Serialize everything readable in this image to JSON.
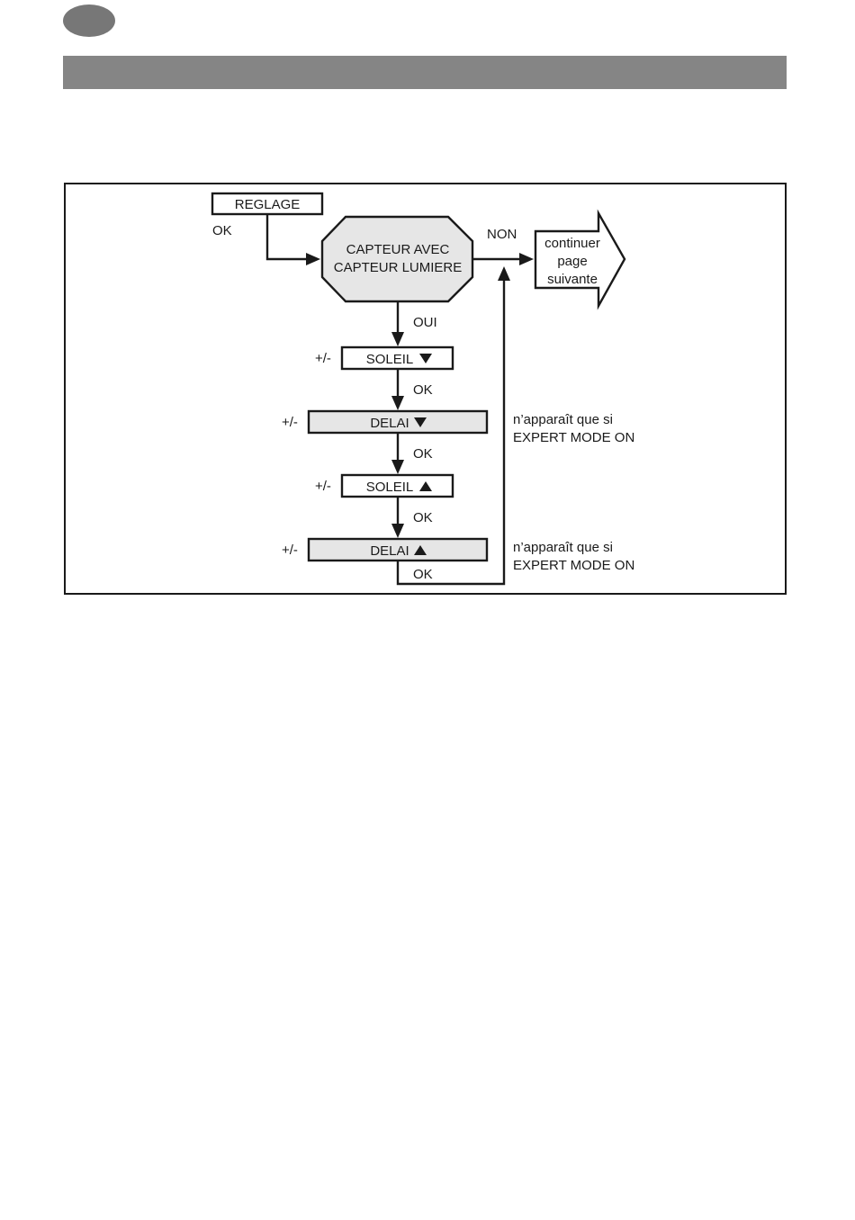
{
  "diagram": {
    "start_box": "REGLAGE",
    "decision_line1": "CAPTEUR AVEC",
    "decision_line2": "CAPTEUR LUMIERE",
    "no_label": "NON",
    "yes_label": "OUI",
    "next_page_line1": "continuer",
    "next_page_line2": "page",
    "next_page_line3": "suivante",
    "ok_label": "OK",
    "adjust_label": "+/-",
    "steps": [
      {
        "label": "SOLEIL",
        "arrow": "down",
        "shaded": false
      },
      {
        "label": "DELAI",
        "arrow": "down",
        "shaded": true
      },
      {
        "label": "SOLEIL",
        "arrow": "up",
        "shaded": false
      },
      {
        "label": "DELAI",
        "arrow": "up",
        "shaded": true
      }
    ],
    "expert_note_line1": "n’apparaît que si",
    "expert_note_line2": "EXPERT MODE ON",
    "colors": {
      "header_bar": "#858585",
      "shaded_box": "#e6e6e6"
    }
  }
}
